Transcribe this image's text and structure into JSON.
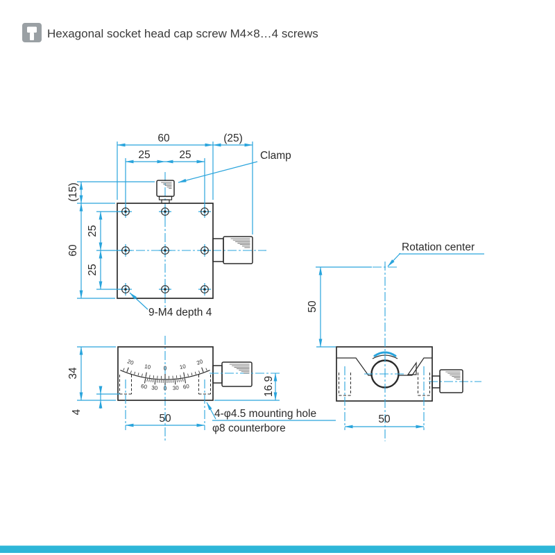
{
  "header": {
    "icon_name": "cap-screw-icon",
    "text": "Hexagonal socket head cap screw M4×8…4 screws"
  },
  "front_view": {
    "dim_width": "60",
    "dim_knob": "(25)",
    "dim_hole_left": "25",
    "dim_hole_right": "25",
    "dim_clamp": "(15)",
    "dim_height": "60",
    "dim_row_upper": "25",
    "dim_row_lower": "25",
    "clamp_label": "Clamp",
    "thread_label": "9-M4 depth 4"
  },
  "side_view": {
    "dim_height": "34",
    "dim_cbore": "4",
    "dim_holes": "50",
    "dim_knob_center": "16.9",
    "mount_label": "4-φ4.5 mounting hole",
    "cbore_label": "φ8 counterbore",
    "scale": {
      "upper": [
        "20",
        "10",
        "0",
        "10",
        "20"
      ],
      "lower": [
        "60",
        "30",
        "0",
        "30",
        "60"
      ]
    }
  },
  "end_view": {
    "dim_center": "50",
    "dim_holes": "50",
    "rotation_label": "Rotation center"
  },
  "colors": {
    "dimension": "#29a4dc",
    "ink": "#2a2a2a",
    "icon": "#9aa0a4",
    "footer": "#2eb6d8"
  }
}
